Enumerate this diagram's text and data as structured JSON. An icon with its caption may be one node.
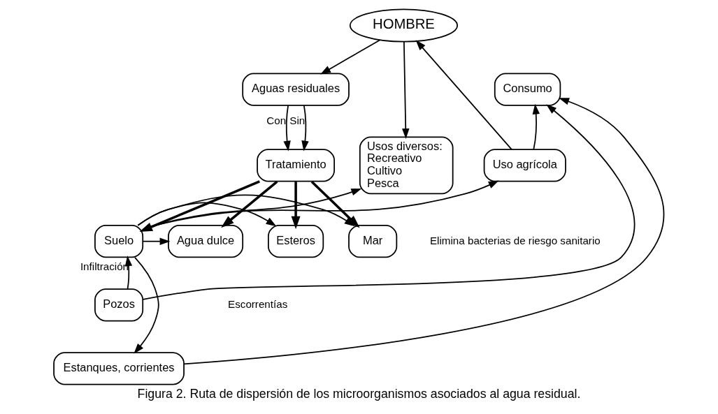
{
  "diagram": {
    "caption": "Figura 2. Ruta de dispersión de los microorganismos asociados al agua residual.",
    "nodes": [
      {
        "text": [
          "HOMBRE"
        ]
      },
      {
        "text": [
          "Consumo"
        ]
      },
      {
        "text": [
          "Uso agrícola"
        ]
      },
      {
        "text": [
          "Aguas residuales"
        ]
      },
      {
        "text": [
          "Usos diversos:",
          "Recreativo",
          "Cultivo",
          "Pesca"
        ]
      },
      {
        "text": [
          "Tratamiento"
        ]
      },
      {
        "text": [
          "Suelo"
        ]
      },
      {
        "text": [
          "Agua dulce"
        ]
      },
      {
        "text": [
          "Esteros"
        ]
      },
      {
        "text": [
          "Mar"
        ]
      },
      {
        "text": [
          "Pozos"
        ]
      },
      {
        "text": [
          "Estanques, corrientes"
        ]
      }
    ],
    "edges": [
      {
        "from": 2,
        "to": 0,
        "arrow": "to"
      },
      {
        "from": 2,
        "to": 1,
        "arrow": "to"
      },
      {
        "from": 0,
        "to": 3,
        "arrow": "to"
      },
      {
        "from": 0,
        "to": 4,
        "arrow": "to"
      },
      {
        "from": 3,
        "to": 5,
        "arrow": "to",
        "label": "Con"
      },
      {
        "from": 3,
        "to": 5,
        "arrow": "to",
        "label": "Sin"
      },
      {
        "from": 5,
        "to": 6,
        "arrow": "to",
        "style": "thick"
      },
      {
        "from": 5,
        "to": 7,
        "arrow": "to",
        "style": "thick"
      },
      {
        "from": 5,
        "to": 8,
        "arrow": "to",
        "style": "thick"
      },
      {
        "from": 5,
        "to": 9,
        "arrow": "to",
        "style": "thick"
      },
      {
        "from": 6,
        "to": 2,
        "arrow": "to"
      },
      {
        "from": 10,
        "to": 6,
        "arrow": "to",
        "label": "Infiltración"
      },
      {
        "from": 10,
        "to": 1,
        "arrow": "to"
      },
      {
        "from": 11,
        "to": 1,
        "arrow": "to"
      },
      {
        "from": 6,
        "to": 7,
        "arrow": "to"
      },
      {
        "from": 6,
        "to": 8,
        "arrow": "to"
      },
      {
        "from": 6,
        "to": 9,
        "arrow": "to"
      },
      {
        "from": 6,
        "to": 11,
        "arrow": "to"
      },
      {
        "from": 6,
        "to": 4,
        "arrow": "to"
      }
    ],
    "labels": [
      "Elimina bacterias de riesgo sanitario",
      "Escorrentías"
    ]
  }
}
